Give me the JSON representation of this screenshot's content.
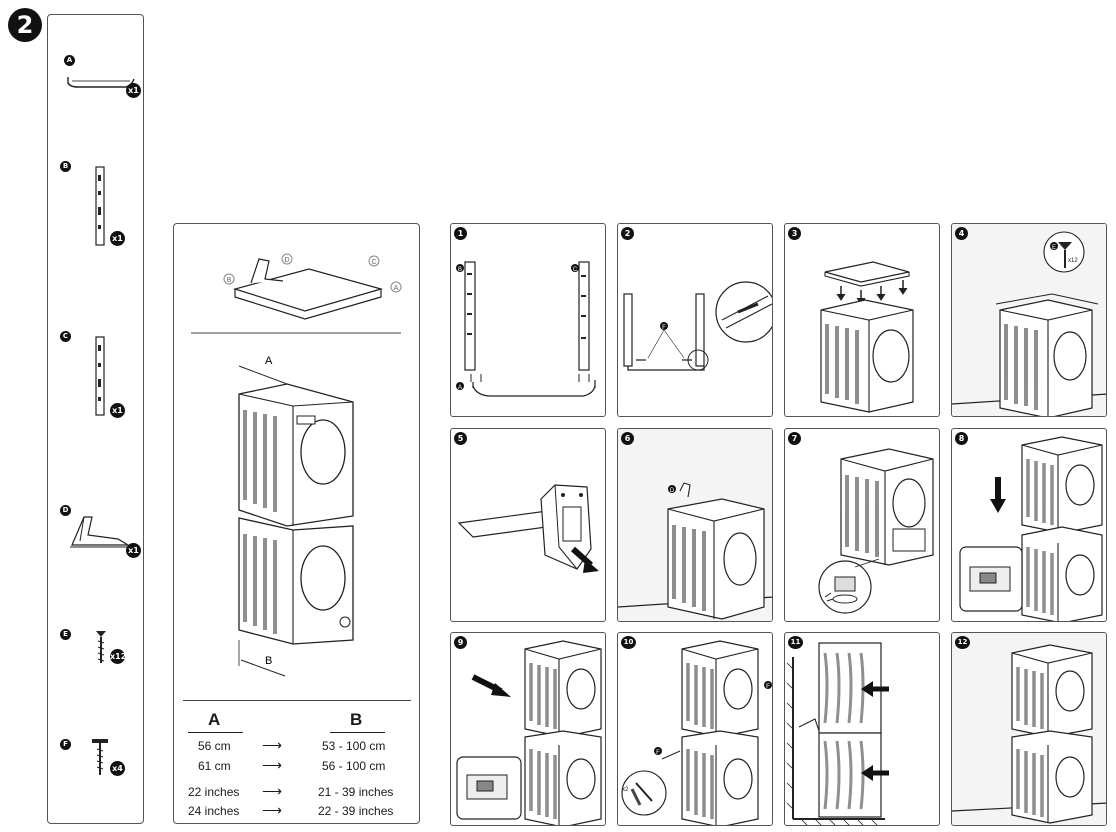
{
  "step_marker": "2",
  "parts": [
    {
      "id": "A",
      "qty": "x1"
    },
    {
      "id": "B",
      "qty": "x1"
    },
    {
      "id": "C",
      "qty": "x1"
    },
    {
      "id": "D",
      "qty": "x1"
    },
    {
      "id": "E",
      "qty": "x12"
    },
    {
      "id": "F",
      "qty": "x4"
    }
  ],
  "overview": {
    "part_labels": [
      "B",
      "D",
      "C",
      "A"
    ],
    "dim_labels": {
      "top": "A",
      "bottom": "B"
    }
  },
  "dimensions": {
    "header_a": "A",
    "header_b": "B",
    "rows": [
      {
        "a": "56 cm",
        "b": "53 - 100 cm"
      },
      {
        "a": "61 cm",
        "b": "56 - 100 cm"
      },
      {
        "a": "22 inches",
        "b": "21 - 39 inches"
      },
      {
        "a": "24 inches",
        "b": "22 - 39 inches"
      }
    ]
  },
  "steps": [
    {
      "n": "1",
      "labels": [
        "B",
        "C",
        "A"
      ]
    },
    {
      "n": "2",
      "labels": [
        "F"
      ]
    },
    {
      "n": "3",
      "labels": []
    },
    {
      "n": "4",
      "labels": [
        "E",
        "x12"
      ]
    },
    {
      "n": "5",
      "labels": []
    },
    {
      "n": "6",
      "labels": [
        "D"
      ]
    },
    {
      "n": "7",
      "labels": []
    },
    {
      "n": "8",
      "labels": []
    },
    {
      "n": "9",
      "labels": []
    },
    {
      "n": "10",
      "labels": [
        "F",
        "F",
        "x2"
      ]
    },
    {
      "n": "11",
      "labels": []
    },
    {
      "n": "12",
      "labels": []
    }
  ]
}
